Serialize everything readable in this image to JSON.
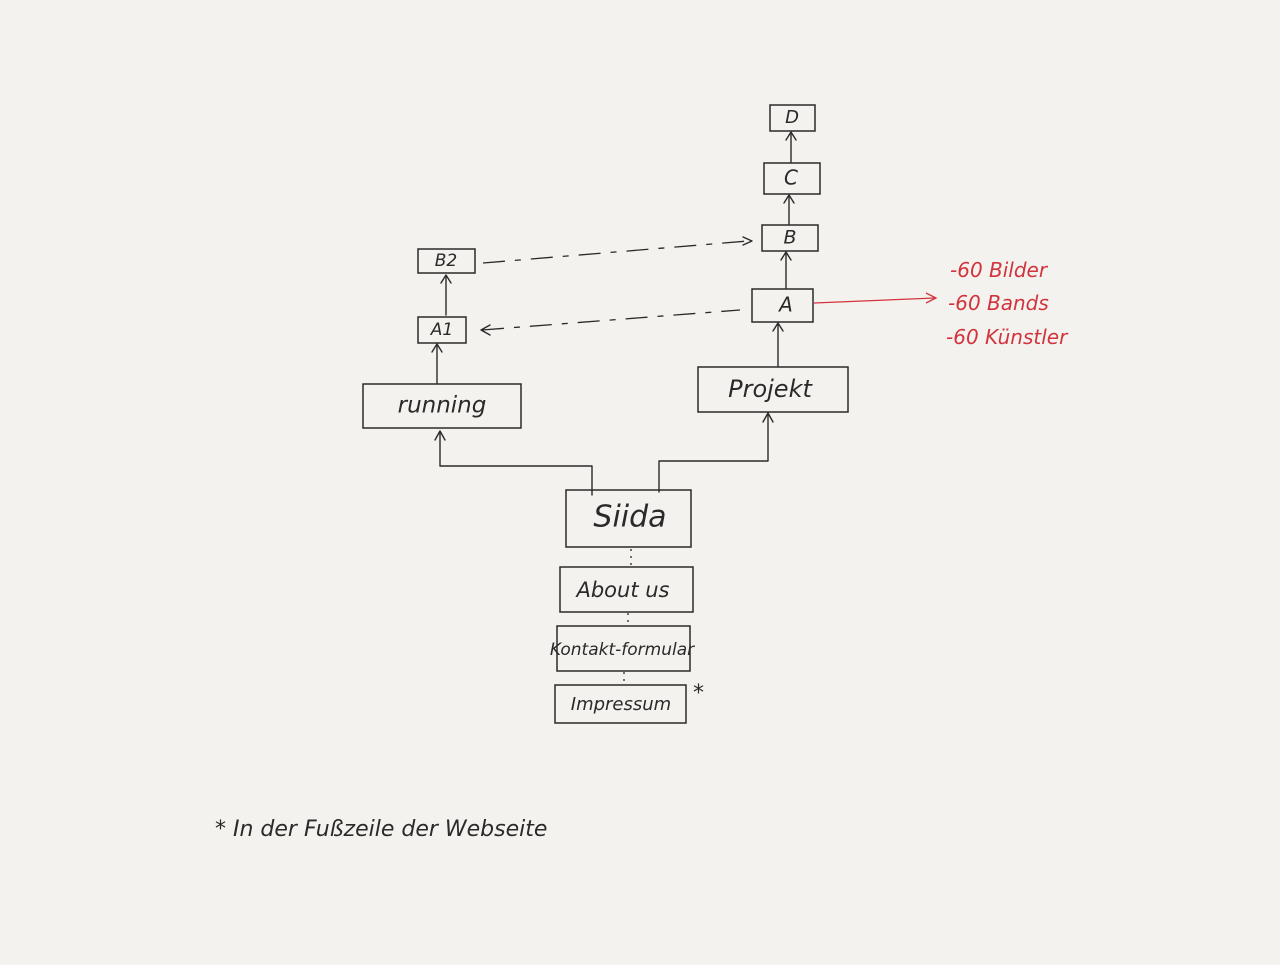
{
  "diagram": {
    "nodes": {
      "d": "D",
      "c": "C",
      "b": "B",
      "a": "A",
      "b2": "B2",
      "a1": "A1",
      "running": "running",
      "projekt": "Projekt",
      "siida": "Siida",
      "about_us": "About us",
      "kontaktformular": "Kontakt-formular",
      "impressum": "Impressum"
    },
    "impressum_marker": "*",
    "annotations": [
      "-60 Bilder",
      "-60 Bands",
      "-60 Künstler"
    ],
    "footnote": "* In der Fußzeile der Webseite"
  },
  "colors": {
    "ink": "#2a2a2a",
    "annotation": "#d2343e",
    "paper": "#f4f2ee"
  }
}
